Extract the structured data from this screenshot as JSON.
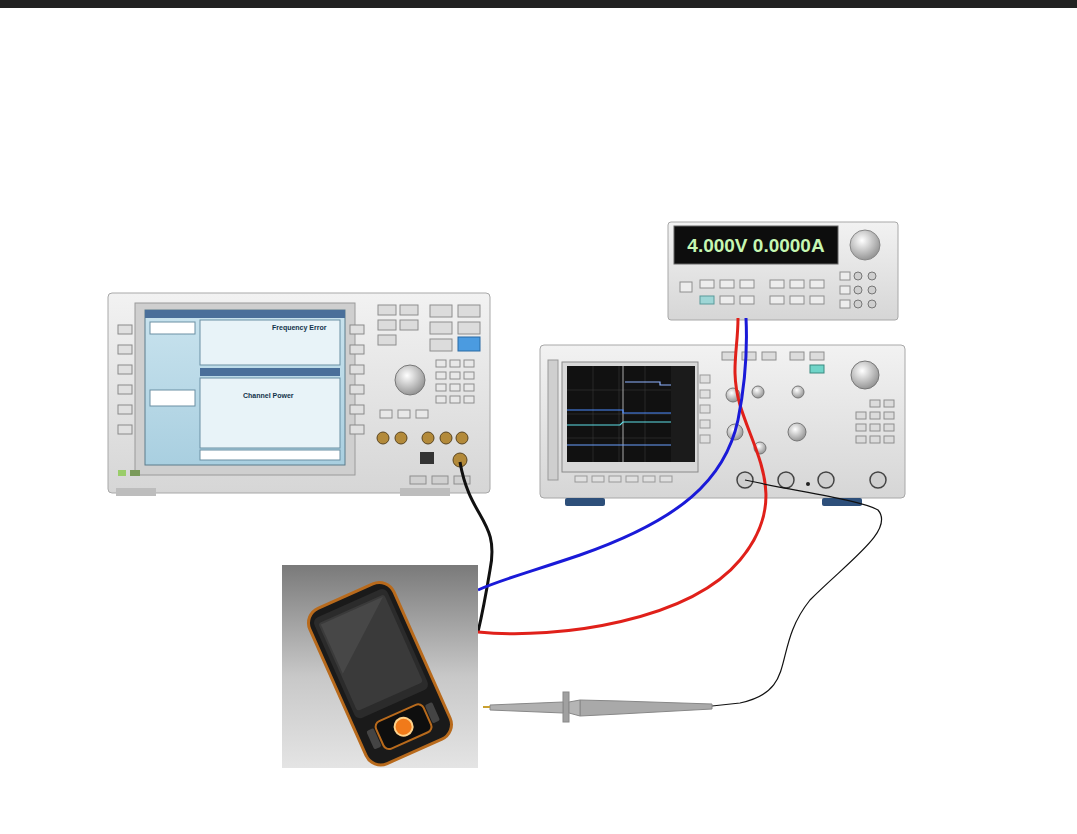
{
  "diagram": {
    "labels": [
      "4.000V 0.0000A",
      "Frequency Error",
      "Channel Power"
    ]
  }
}
